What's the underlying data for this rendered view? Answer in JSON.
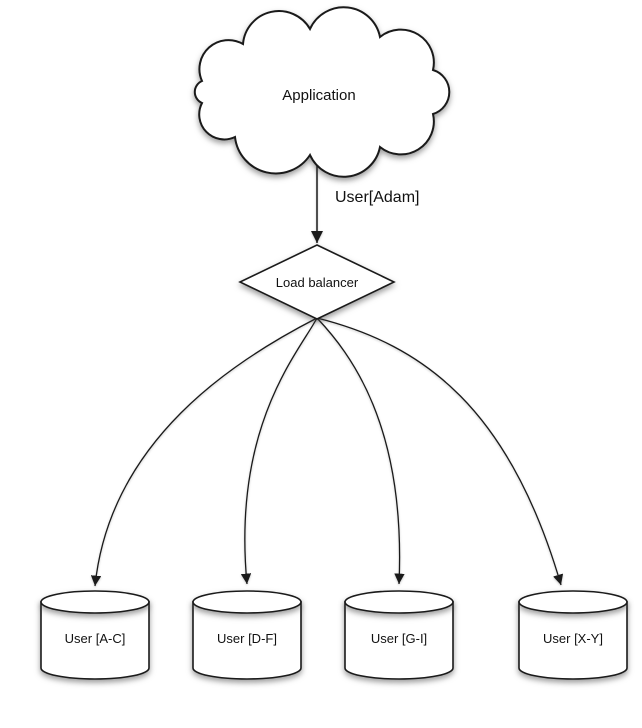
{
  "colors": {
    "background": "#ffffff",
    "shape_fill": "#ffffff",
    "stroke": "#1a1a1a",
    "text": "#111111"
  },
  "nodes": {
    "application": {
      "label": "Application",
      "shape": "cloud"
    },
    "load_balancer": {
      "label": "Load balancer",
      "shape": "diamond"
    },
    "shards": [
      {
        "label": "User [A-C]",
        "shape": "cylinder"
      },
      {
        "label": "User [D-F]",
        "shape": "cylinder"
      },
      {
        "label": "User [G-I]",
        "shape": "cylinder"
      },
      {
        "label": "User [X-Y]",
        "shape": "cylinder"
      }
    ]
  },
  "edges": [
    {
      "from": "application",
      "to": "load_balancer",
      "label": "User[Adam]"
    },
    {
      "from": "load_balancer",
      "to": "shards.0"
    },
    {
      "from": "load_balancer",
      "to": "shards.1"
    },
    {
      "from": "load_balancer",
      "to": "shards.2"
    },
    {
      "from": "load_balancer",
      "to": "shards.3"
    }
  ]
}
